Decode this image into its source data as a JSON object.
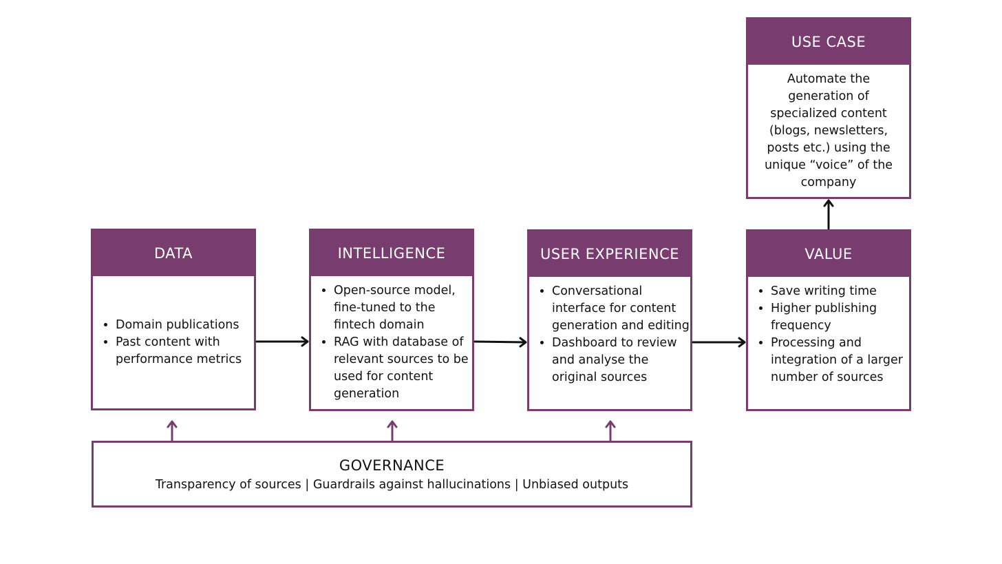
{
  "colors": {
    "accent": "#783c6e",
    "arrow_dark": "#111111"
  },
  "data_box": {
    "title": "DATA",
    "items": [
      "Domain publications",
      "Past content with performance metrics"
    ]
  },
  "intelligence_box": {
    "title": "INTELLIGENCE",
    "items": [
      "Open-source model, fine-tuned to the fintech domain",
      "RAG with database of relevant sources to be used for content generation"
    ]
  },
  "ux_box": {
    "title": "USER EXPERIENCE",
    "items": [
      "Conversational interface for content generation and editing",
      "Dashboard to review and analyse the original sources"
    ]
  },
  "value_box": {
    "title": "VALUE",
    "items": [
      "Save writing time",
      "Higher publishing frequency",
      "Processing and integration of a larger number of sources"
    ]
  },
  "usecase_box": {
    "title": "USE CASE",
    "text": "Automate the generation of specialized content (blogs, newsletters, posts etc.) using the unique “voice” of the company"
  },
  "governance": {
    "title": "GOVERNANCE",
    "subtitle": "Transparency of sources | Guardrails against hallucinations | Unbiased outputs"
  }
}
